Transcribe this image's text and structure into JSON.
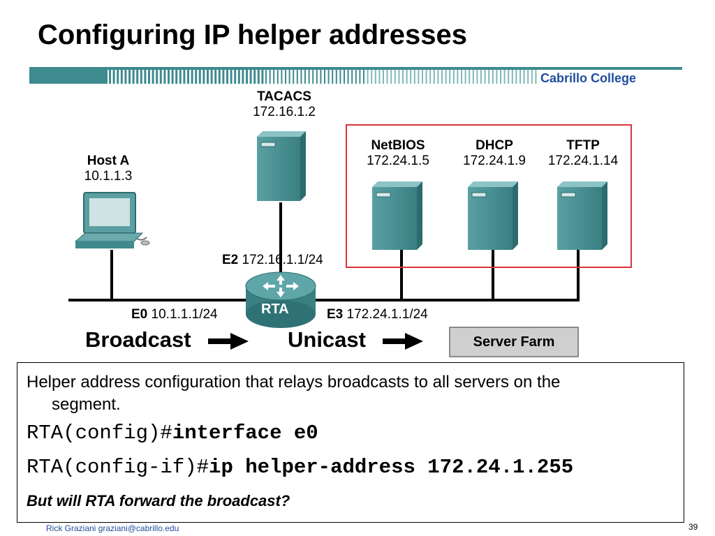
{
  "title": "Configuring IP helper addresses",
  "branding": {
    "college": "Cabrillo College"
  },
  "devices": {
    "tacacs": {
      "name": "TACACS",
      "ip": "172.16.1.2"
    },
    "host_a": {
      "name": "Host A",
      "ip": "10.1.1.3"
    },
    "netbios": {
      "name": "NetBIOS",
      "ip": "172.24.1.5"
    },
    "dhcp": {
      "name": "DHCP",
      "ip": "172.24.1.9"
    },
    "tftp": {
      "name": "TFTP",
      "ip": "172.24.1.14"
    },
    "router": {
      "name": "RTA"
    }
  },
  "interfaces": {
    "e0": {
      "name": "E0",
      "ip": "10.1.1.1/24"
    },
    "e2": {
      "name": "E2",
      "ip": "172.16.1.1/24"
    },
    "e3": {
      "name": "E3",
      "ip": "172.24.1.1/24"
    }
  },
  "flow": {
    "broadcast": "Broadcast",
    "unicast": "Unicast",
    "server_farm": "Server Farm"
  },
  "content": {
    "description_line1": "Helper address configuration that relays broadcasts to all servers on the",
    "description_line2": "segment.",
    "cmd1_prompt": "RTA(config)#",
    "cmd1_command": "interface e0",
    "cmd2_prompt": "RTA(config-if)#",
    "cmd2_command": "ip helper-address 172.24.1.255",
    "question": "But will RTA forward the broadcast?"
  },
  "footer": {
    "author": "Rick Graziani  graziani@cabrillo.edu",
    "page": "39"
  },
  "colors": {
    "server": "#3f8a8c",
    "router": "#4a8f93",
    "highlight_box": "#d9343a",
    "brand": "#1f4e9c",
    "banner": "#3d8a8f"
  }
}
